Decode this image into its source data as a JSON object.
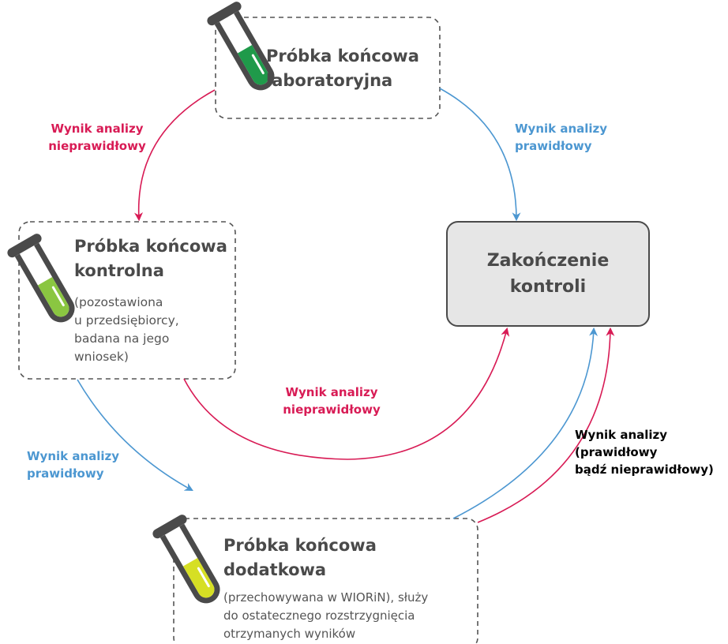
{
  "colors": {
    "red": "#d81b55",
    "blue": "#4c97d1",
    "text": "#4a4a4a",
    "end_box_fill": "#e6e6e6",
    "liquid_lab": "#1f9a4a",
    "liquid_control": "#8ac641",
    "liquid_additional": "#d6df24"
  },
  "nodes": {
    "lab_sample": {
      "title_line1": "Próbka końcowa",
      "title_line2": "laboratoryjna",
      "icon": "test-tube-icon"
    },
    "control_sample": {
      "title_line1": "Próbka końcowa",
      "title_line2": "kontrolna",
      "note_line1": "(pozostawiona",
      "note_line2": "u przedsiębiorcy,",
      "note_line3": "badana na jego",
      "note_line4": "wniosek)",
      "icon": "test-tube-icon"
    },
    "additional_sample": {
      "title_line1": "Próbka końcowa",
      "title_line2": "dodatkowa",
      "note_line1": "(przechowywana w WIORiN), służy",
      "note_line2": "do ostatecznego rozstrzygnięcia",
      "note_line3": "otrzymanych wyników",
      "icon": "test-tube-icon"
    },
    "end": {
      "line1": "Zakończenie",
      "line2": "kontroli"
    }
  },
  "edges": {
    "lab_to_control": {
      "line1": "Wynik analizy",
      "line2": "nieprawidłowy",
      "color": "red"
    },
    "lab_to_end": {
      "line1": "Wynik analizy",
      "line2": "prawidłowy",
      "color": "blue"
    },
    "control_to_end": {
      "line1": "Wynik analizy",
      "line2": "nieprawidłowy",
      "color": "red"
    },
    "control_to_additional": {
      "line1": "Wynik analizy",
      "line2": "prawidłowy",
      "color": "blue"
    },
    "additional_to_end": {
      "line1": "Wynik analizy",
      "line2": "(prawidłowy",
      "line3": "bądź nieprawidłowy)"
    }
  }
}
